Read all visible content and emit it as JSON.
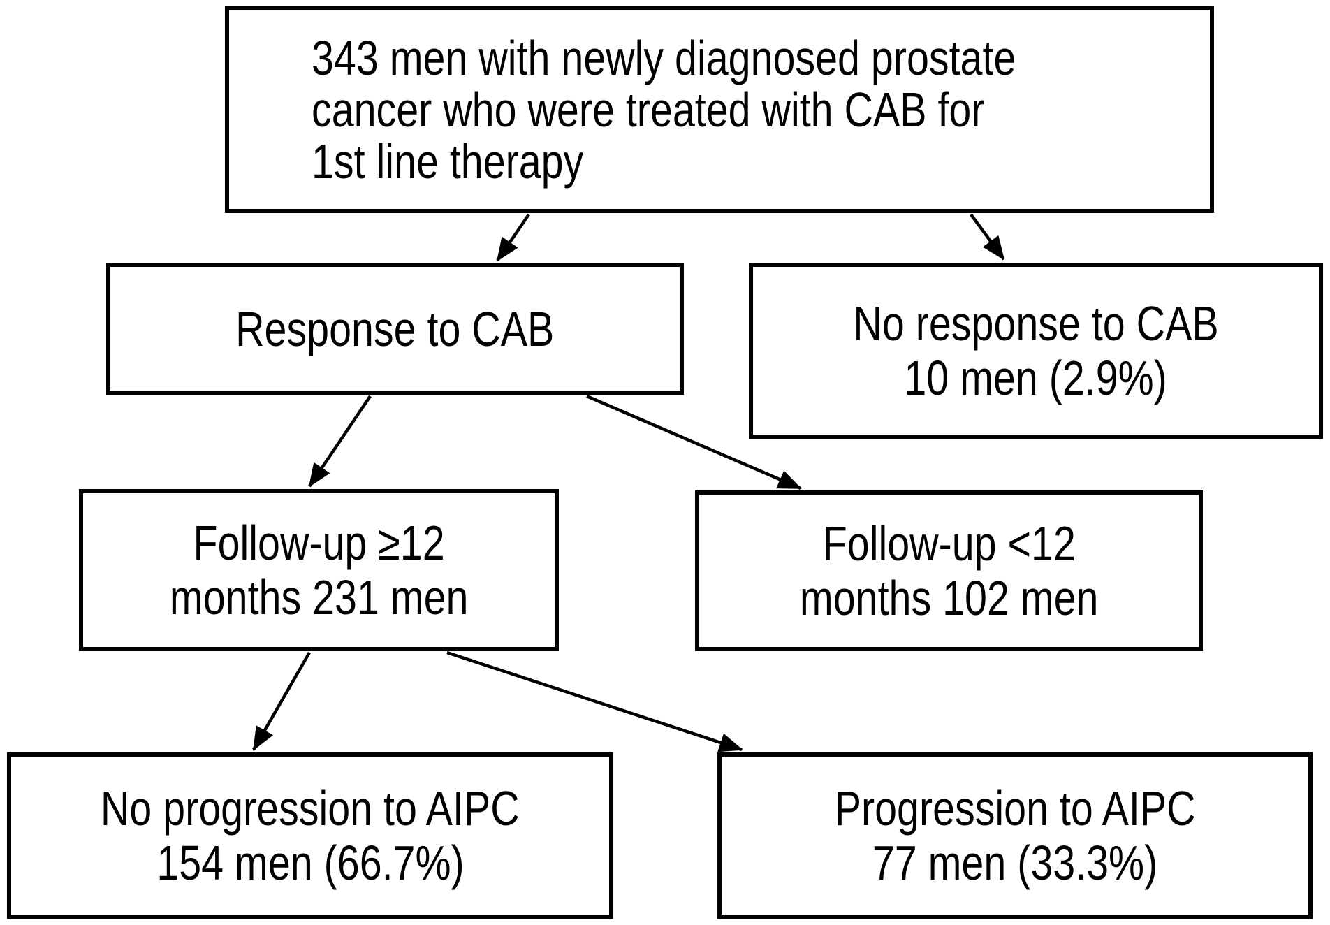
{
  "figure": {
    "type": "flowchart",
    "background_color": "#ffffff",
    "line_color": "#000000",
    "text_color": "#000000"
  },
  "nodes": {
    "root": {
      "id": "root",
      "lines": [
        "343 men with newly diagnosed prostate",
        "cancer who were treated with CAB for",
        "1st line therapy"
      ]
    },
    "response": {
      "id": "response",
      "lines": [
        "Response to CAB"
      ]
    },
    "no_response": {
      "id": "no_response",
      "lines": [
        "No response to CAB",
        "10 men (2.9%)"
      ]
    },
    "fu_ge12": {
      "id": "fu_ge12",
      "lines": [
        "Follow-up ≥12",
        "months 231 men"
      ]
    },
    "fu_lt12": {
      "id": "fu_lt12",
      "lines": [
        "Follow-up <12",
        "months 102 men"
      ]
    },
    "no_progression": {
      "id": "no_progression",
      "lines": [
        "No progression to AIPC",
        "154 men (66.7%)"
      ]
    },
    "progression": {
      "id": "progression",
      "lines": [
        "Progression to AIPC",
        "77 men (33.3%)"
      ]
    }
  },
  "edges": [
    {
      "from": "root",
      "to": "response"
    },
    {
      "from": "root",
      "to": "no_response"
    },
    {
      "from": "response",
      "to": "fu_ge12"
    },
    {
      "from": "response",
      "to": "fu_lt12"
    },
    {
      "from": "fu_ge12",
      "to": "no_progression"
    },
    {
      "from": "fu_ge12",
      "to": "progression"
    }
  ]
}
